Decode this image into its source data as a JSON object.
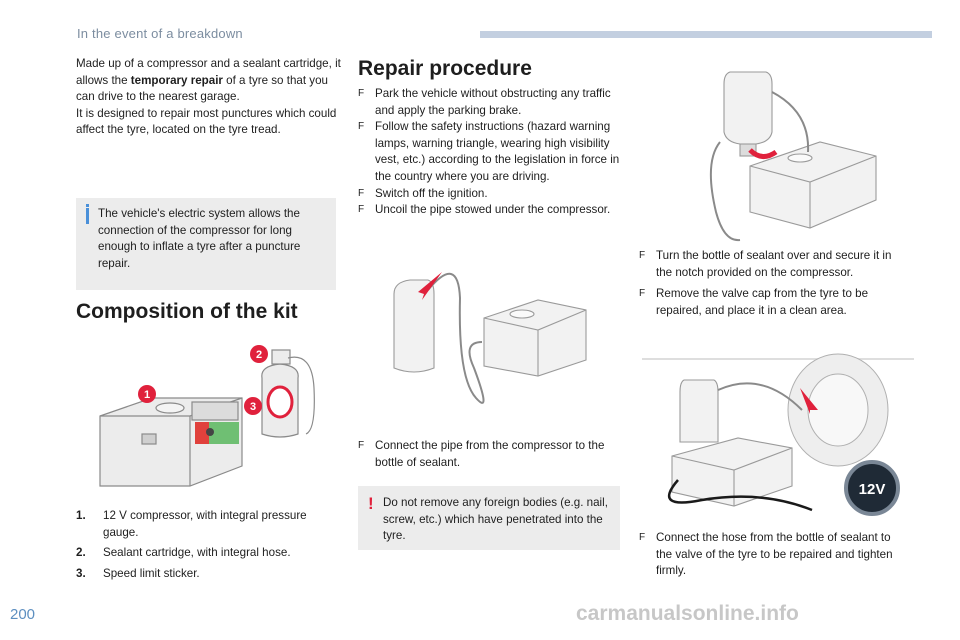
{
  "header": {
    "section_title": "In the event of a breakdown"
  },
  "intro": {
    "p1_before": "Made up of a compressor and a sealant cartridge, it allows the ",
    "p1_bold": "temporary repair",
    "p1_after": " of a tyre so that you can drive to the nearest garage.",
    "p2": "It is designed to repair most punctures which could affect the tyre, located on the tyre tread."
  },
  "info_note": "The vehicle's electric system allows the connection of the compressor for long enough to inflate a tyre after a puncture repair.",
  "kit": {
    "heading": "Composition of the kit",
    "callouts": [
      "1",
      "2",
      "3"
    ],
    "parts": [
      {
        "num": "1.",
        "text": "12 V compressor, with integral pressure gauge."
      },
      {
        "num": "2.",
        "text": "Sealant cartridge, with integral hose."
      },
      {
        "num": "3.",
        "text": "Speed limit sticker."
      }
    ]
  },
  "repair": {
    "heading": "Repair procedure",
    "steps_a": [
      "Park the vehicle without obstructing any traffic and apply the parking brake.",
      "Follow the safety instructions (hazard warning lamps, warning triangle, wearing high visibility vest, etc.) according to the legislation in force in the country where you are driving.",
      "Switch off the ignition.",
      "Uncoil the pipe stowed under the compressor."
    ],
    "step_connect_pipe": "Connect the pipe from the compressor to the bottle of sealant.",
    "warning": "Do not remove any foreign bodies (e.g. nail, screw, etc.) which have penetrated into the tyre.",
    "steps_b": [
      "Turn the bottle of sealant over and secure it in the notch provided on the compressor.",
      "Remove the valve cap from the tyre to be repaired, and place it in a clean area."
    ],
    "step_connect_hose": "Connect the hose from the bottle of sealant to the valve of the tyre to be repaired and tighten firmly.",
    "socket_label": "12V",
    "step_arrow": "F"
  },
  "footer": {
    "page_number": "200",
    "watermark": "carmanualsonline.info"
  },
  "colors": {
    "accent_blue": "#4a90d9",
    "callout_red": "#e0213c",
    "header_text": "#7c8da0"
  }
}
